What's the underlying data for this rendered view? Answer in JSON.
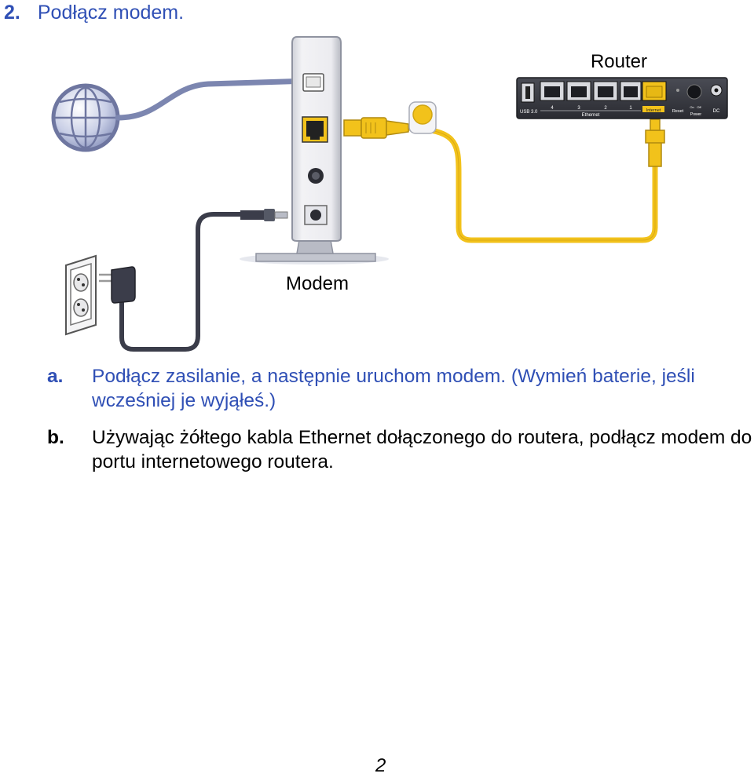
{
  "heading": {
    "number": "2.",
    "title": "Podłącz modem."
  },
  "labels": {
    "router": "Router",
    "modem": "Modem"
  },
  "router_ports": {
    "usb": "USB 3.0",
    "eth4": "4",
    "eth3": "3",
    "eth2": "2",
    "eth1": "1",
    "ethernet": "Ethernet",
    "internet": "Internet",
    "reset": "Reset",
    "on": "On",
    "off": "Off",
    "power": "Power",
    "dc": "DC"
  },
  "instructions": [
    {
      "letter": "a.",
      "text": "Podłącz zasilanie, a następnie uruchom modem. (Wymień baterie, jeśli wcześniej je wyjąłeś.)"
    },
    {
      "letter": "b.",
      "text": "Używając żółtego kabla Ethernet dołączonego do routera, podłącz modem do portu internetowego routera."
    }
  ],
  "page_number": "2",
  "colors": {
    "heading_blue": "#2f4fb5",
    "ethernet_yellow": "#f2c21b",
    "power_cable": "#3b3d4a",
    "phone_cable": "#7c86b0"
  }
}
